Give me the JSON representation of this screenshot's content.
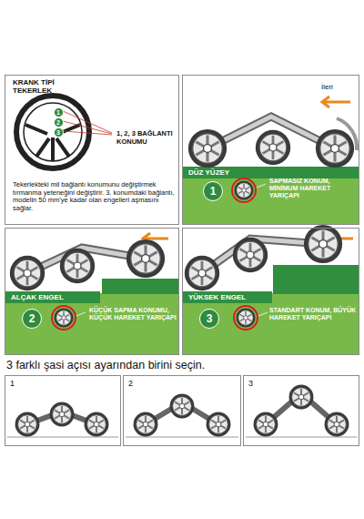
{
  "diagram": {
    "nodes": [
      {
        "text": [
          "KRANK TİPİ TEKERLEK",
          "1, 2, 3 BAĞLANTI KONUMU",
          "Tekerlekteki mil bağlantı konumunu değiştirmek tırmanma yeteneğini değiştirir. 3. konumdaki bağlantı, modelin 50 mm'ye kadar olan engelleri aşmasını sağlar."
        ]
      },
      {
        "text": [
          "1"
        ],
        "in": 0
      },
      {
        "text": [
          "2"
        ],
        "in": 0
      },
      {
        "text": [
          "3"
        ],
        "in": 0
      },
      {
        "text": [
          "İleri",
          "DÜZ YÜZEY",
          "SAPMASIZ KONUM, MİNİMUM HAREKET YARIÇAPI"
        ]
      },
      {
        "text": [
          "1"
        ],
        "in": 4
      },
      {
        "text": [
          "ALÇAK ENGEL",
          "KÜÇÜK SAPMA KONUMU, KÜÇÜK HAREKET YARIÇAPI"
        ]
      },
      {
        "text": [
          "2"
        ],
        "in": 6
      },
      {
        "text": [
          "YÜKSEK ENGEL",
          "STANDART KONUM, BÜYÜK HAREKET YARIÇAPI"
        ]
      },
      {
        "text": [
          "3"
        ],
        "in": 8
      },
      {
        "text": [
          "1"
        ]
      },
      {
        "text": [
          "2"
        ]
      },
      {
        "text": [
          "3"
        ]
      }
    ],
    "labels": [
      "3 farklı şasi açısı ayarından birini seçin."
    ]
  }
}
